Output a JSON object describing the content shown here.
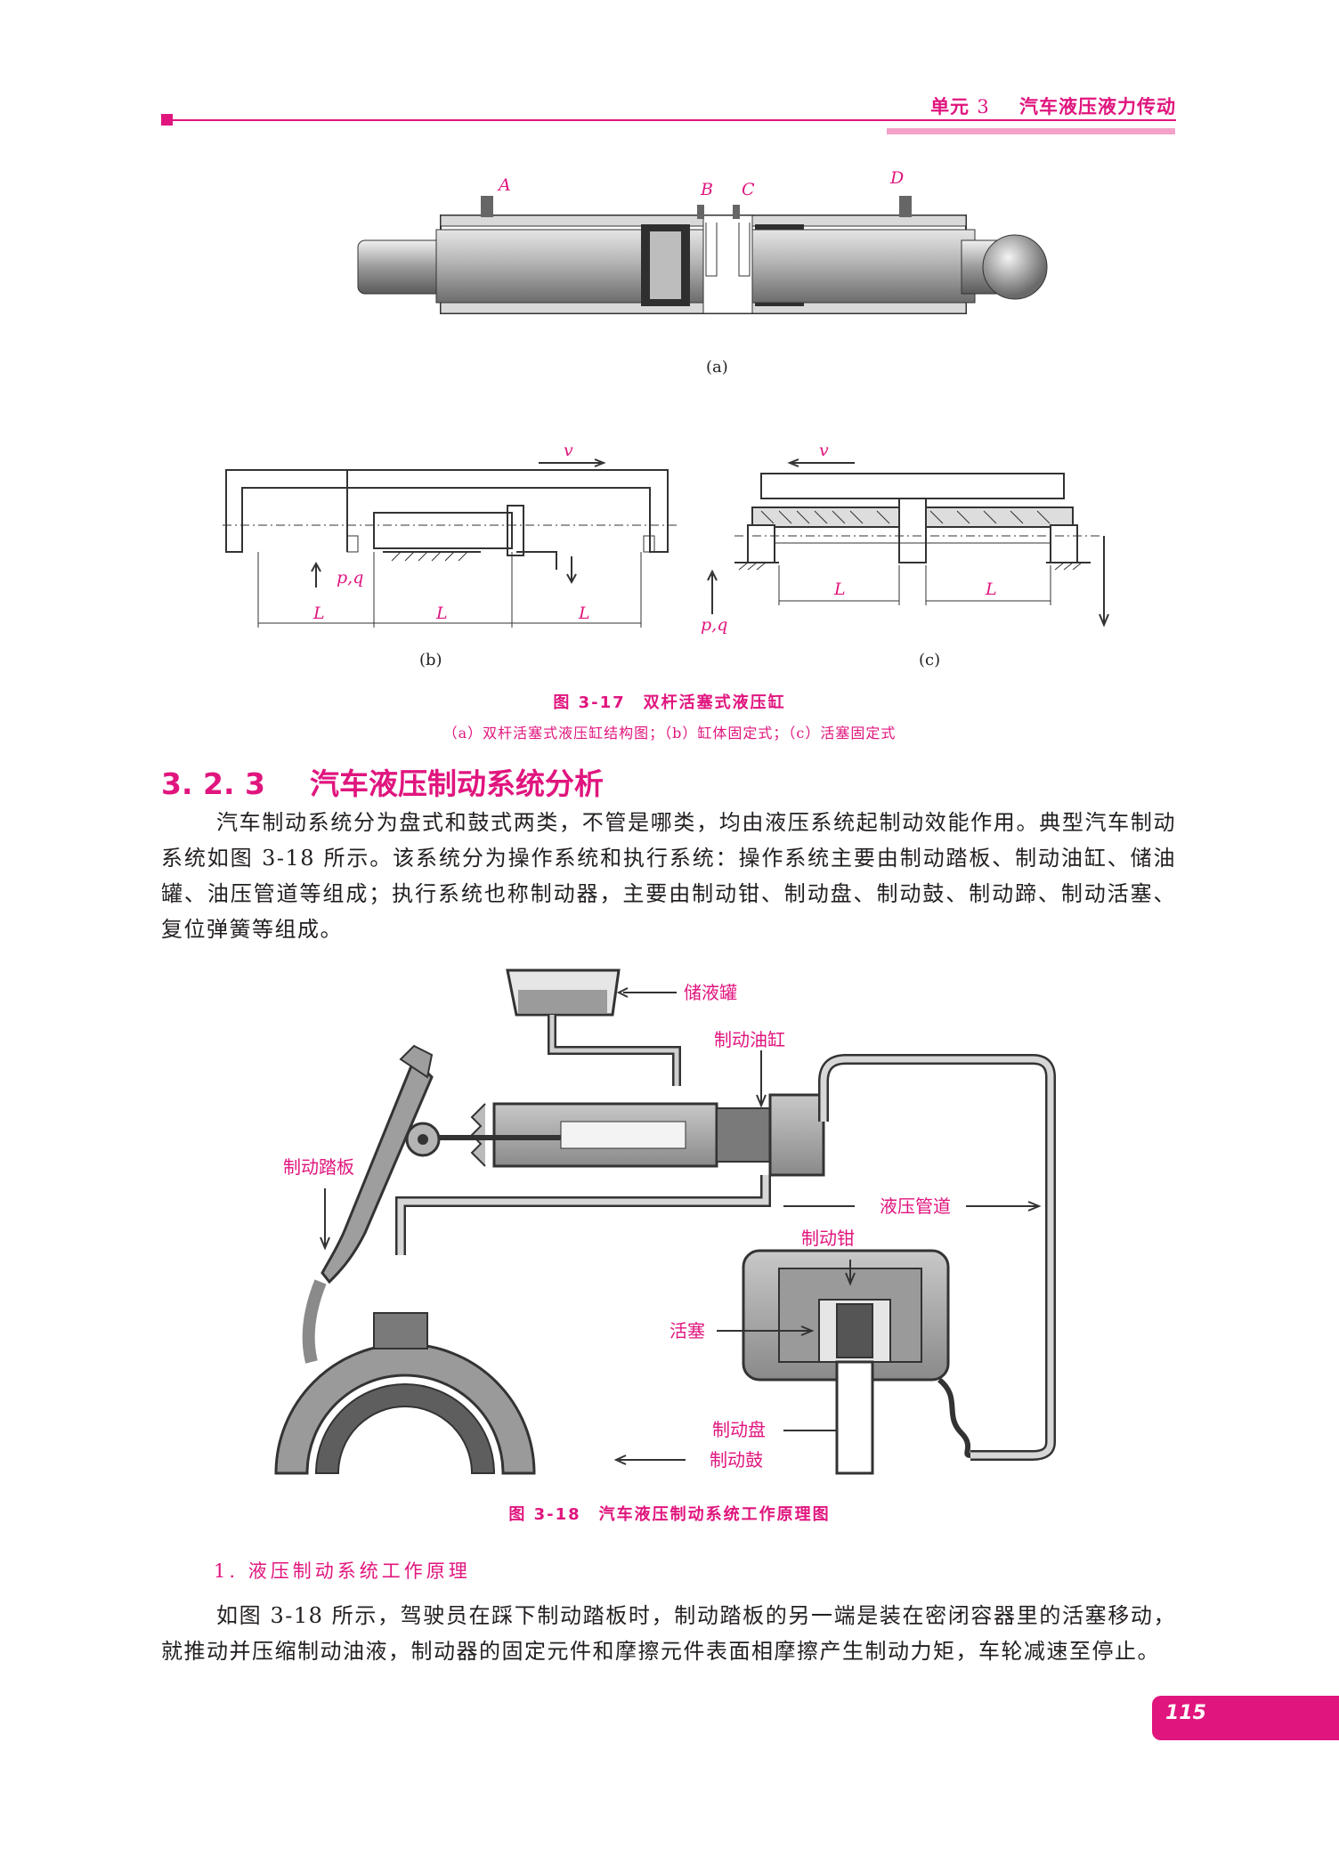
{
  "header": {
    "unit_label": "单元",
    "unit_number": "3",
    "unit_title": "汽车液压液力传动"
  },
  "figure_317": {
    "panel_a": {
      "label": "(a)",
      "ports": [
        "A",
        "B",
        "C",
        "D"
      ]
    },
    "panel_b": {
      "label": "(b)",
      "velocity": "v",
      "pressure": "p,q",
      "length_labels": [
        "L",
        "L",
        "L"
      ]
    },
    "panel_c": {
      "label": "(c)",
      "velocity": "v",
      "pressure": "p,q",
      "length_labels": [
        "L",
        "L"
      ]
    },
    "caption": "图 3-17　双杆活塞式液压缸",
    "subcaption": "（a）双杆活塞式液压缸结构图；（b）缸体固定式；（c）活塞固定式"
  },
  "section": {
    "number": "3. 2. 3",
    "title": "汽车液压制动系统分析",
    "paragraph": "汽车制动系统分为盘式和鼓式两类，不管是哪类，均由液压系统起制动效能作用。典型汽车制动系统如图 3-18 所示。该系统分为操作系统和执行系统：操作系统主要由制动踏板、制动油缸、储油罐、油压管道等组成；执行系统也称制动器，主要由制动钳、制动盘、制动鼓、制动蹄、制动活塞、复位弹簧等组成。"
  },
  "figure_318": {
    "labels": {
      "reservoir": "储液罐",
      "master_cylinder": "制动油缸",
      "pedal": "制动踏板",
      "hydraulic_line": "液压管道",
      "caliper": "制动钳",
      "piston": "活塞",
      "disc": "制动盘",
      "drum": "制动鼓"
    },
    "caption": "图 3-18　汽车液压制动系统工作原理图"
  },
  "subsection": {
    "title": "1. 液压制动系统工作原理",
    "paragraph": "如图 3-18 所示，驾驶员在踩下制动踏板时，制动踏板的另一端是装在密闭容器里的活塞移动，就推动并压缩制动油液，制动器的固定元件和摩擦元件表面相摩擦产生制动力矩，车轮减速至停止。"
  },
  "page_number": "115"
}
